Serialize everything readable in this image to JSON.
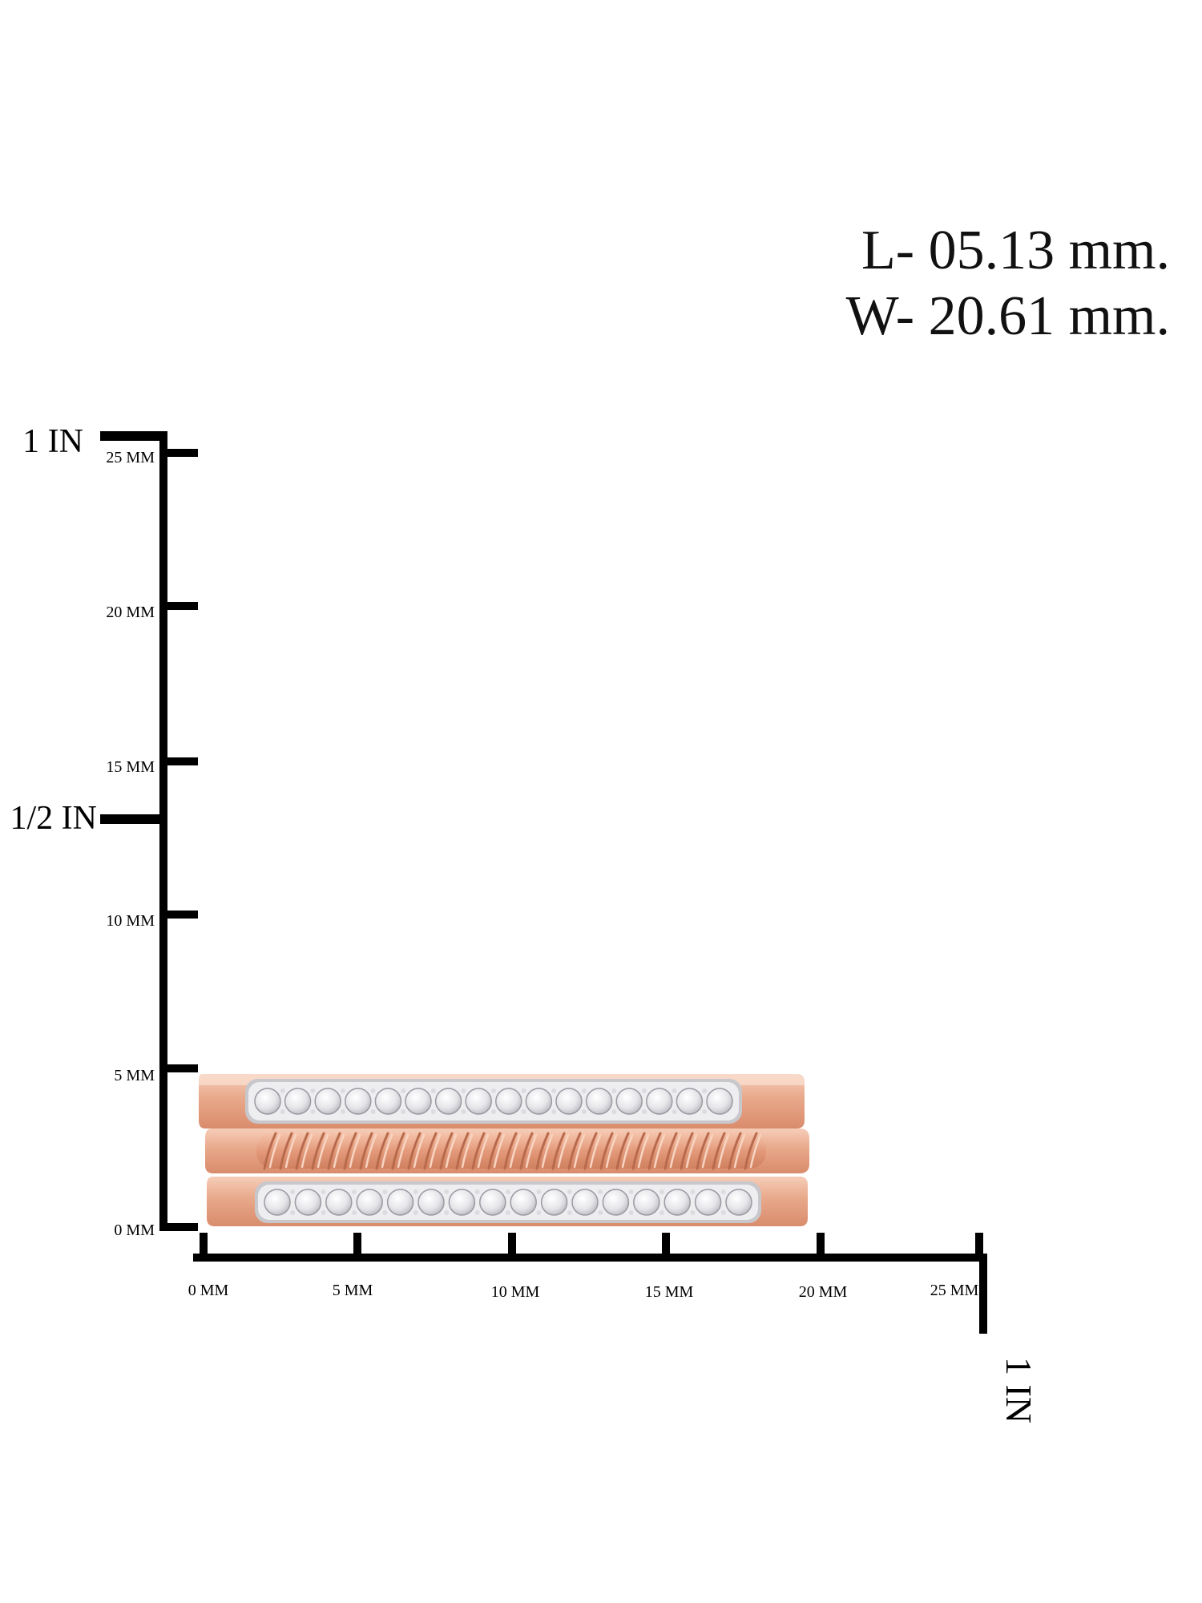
{
  "dimensions": {
    "length": "L- 05.13 mm.",
    "width": "W- 20.61 mm."
  },
  "scale": {
    "vertical_inch_labels": [
      "1 IN",
      "1/2 IN"
    ],
    "vertical_mm_labels": [
      "25 MM",
      "20 MM",
      "15 MM",
      "10 MM",
      "5 MM",
      "0 MM"
    ],
    "horizontal_mm_labels": [
      "0 MM",
      "5 MM",
      "10 MM",
      "15 MM",
      "20 MM",
      "25 MM"
    ],
    "horizontal_inch_label": "1 IN"
  },
  "product": {
    "bands": [
      "diamond-band",
      "rope-band",
      "diamond-band"
    ],
    "metal_color": "#e7a98c",
    "stone_color": "#f3f3f5"
  }
}
